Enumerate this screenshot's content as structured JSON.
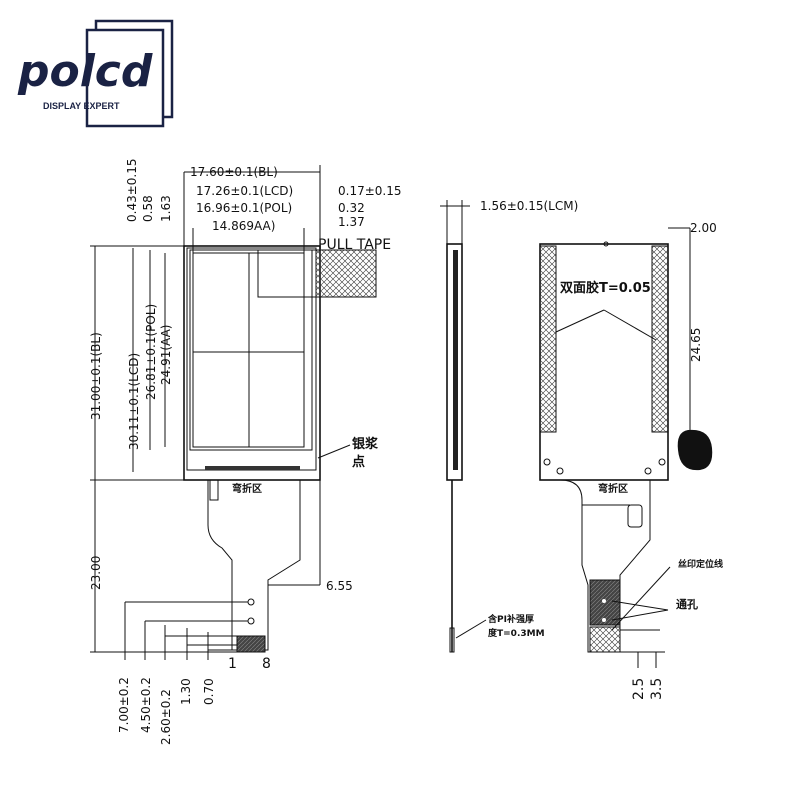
{
  "logo": {
    "brand": "polcd",
    "tagline": "DISPLAY EXPERT",
    "color": "#1a2244"
  },
  "front_view": {
    "width_dims": [
      "17.60±0.1(BL)",
      "17.26±0.1(LCD)",
      "16.96±0.1(POL)",
      "14.869AA)"
    ],
    "right_dims": [
      "0.17±0.15",
      "0.32",
      "1.37"
    ],
    "top_offsets": [
      "0.43±0.15",
      "0.58",
      "1.63"
    ],
    "height_dims": [
      "31.00±0.1(BL)",
      "30.11±0.1(LCD)",
      "26.81±0.1(POL)",
      "24.91(AA)"
    ],
    "fpc_length": "23.00",
    "fpc_offset": "6.55",
    "pull_tape": "PULL TAPE",
    "silver_paste": [
      "银浆",
      "点"
    ],
    "bend_zone": "弯折区",
    "bottom_dims": [
      "7.00±0.2",
      "4.50±0.2",
      "2.60±0.2",
      "1.30",
      "0.70"
    ],
    "pins": [
      "1",
      "8"
    ]
  },
  "side_view": {
    "thickness": "1.56±0.15(LCM)",
    "stiffener": [
      "含PI补强厚",
      "度T=0.3MM"
    ]
  },
  "back_view": {
    "edge_dim": "2.00",
    "tape_height": "24.65",
    "adhesive": "双面胶T=0.05",
    "bend_zone": "弯折区",
    "silkscreen_line": "丝印定位线",
    "via_hole": "通孔",
    "bottom_dims": [
      "2.5",
      "3.5"
    ]
  }
}
